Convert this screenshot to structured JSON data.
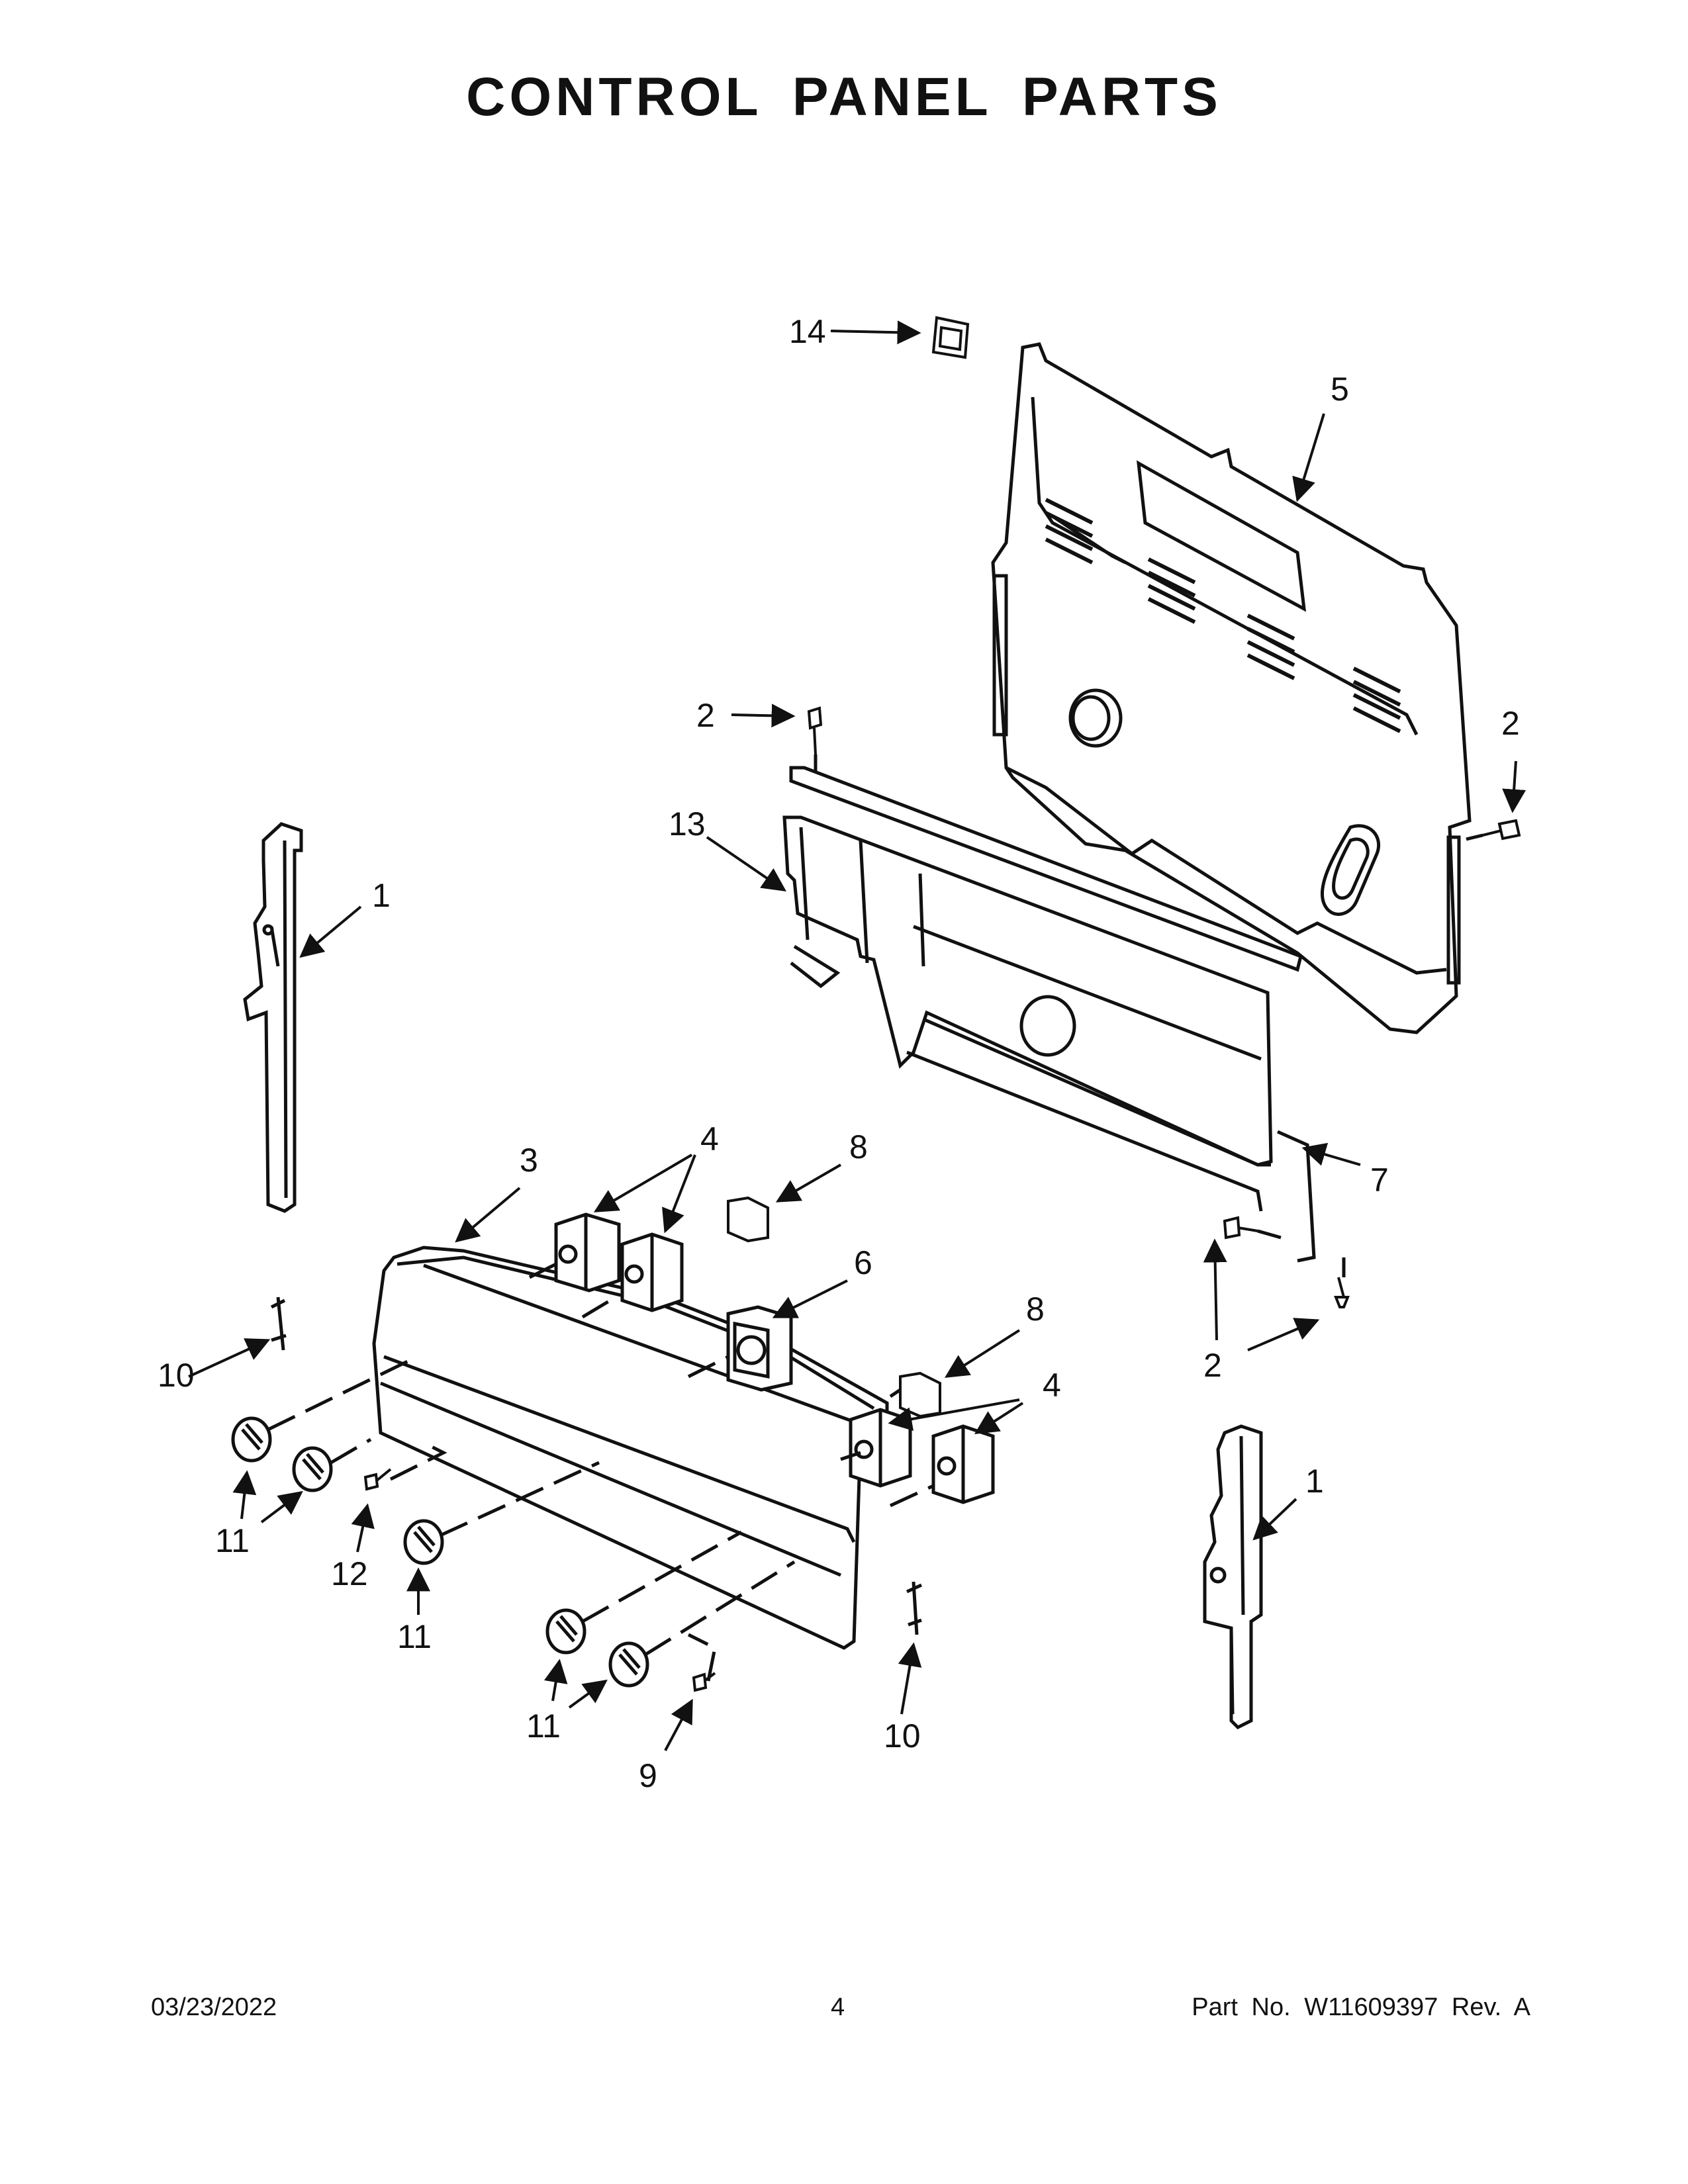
{
  "title": "CONTROL PANEL PARTS",
  "callouts": [
    "14",
    "5",
    "2",
    "2",
    "13",
    "1",
    "7",
    "3",
    "4",
    "8",
    "6",
    "2",
    "10",
    "8",
    "4",
    "1",
    "11",
    "12",
    "11",
    "11",
    "9",
    "10"
  ],
  "footer": {
    "date": "03/23/2022",
    "page": "4",
    "part_number": "Part No.  W11609397  Rev.  A"
  }
}
